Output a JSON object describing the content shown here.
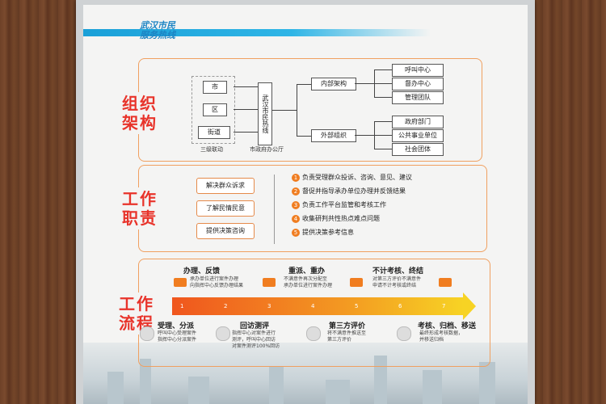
{
  "header": {
    "title_line1": "武汉市民",
    "title_line2": "服务热线"
  },
  "org": {
    "label_line1": "组织",
    "label_line2": "架构",
    "levels": [
      "市",
      "区",
      "街道"
    ],
    "levels_caption": "三级联动",
    "center": "武汉市民热线",
    "center_caption": "市政府办公厅",
    "internal": "内部架构",
    "external": "外部组织",
    "internal_items": [
      "呼叫中心",
      "督办中心",
      "管理团队"
    ],
    "external_items": [
      "政府部门",
      "公共事业单位",
      "社会团体"
    ]
  },
  "duties": {
    "label_line1": "工作",
    "label_line2": "职责",
    "pills": [
      "解决群众诉求",
      "了解民情民意",
      "提供决策咨询"
    ],
    "items": [
      {
        "n": "1",
        "text": "负责受理群众投诉、咨询、意见、建议"
      },
      {
        "n": "2",
        "text": "督促并指导承办单位办理并反馈结果"
      },
      {
        "n": "3",
        "text": "负责工作平台监管和考核工作"
      },
      {
        "n": "4",
        "text": "收集研判共性热点难点问题"
      },
      {
        "n": "5",
        "text": "提供决策参考信息"
      }
    ]
  },
  "flow": {
    "label_line1": "工作",
    "label_line2": "流程",
    "numbers": [
      "1",
      "2",
      "3",
      "4",
      "5",
      "6",
      "7"
    ],
    "top_steps": [
      {
        "title": "办理、反馈",
        "desc1": "承办单位进行案件办理",
        "desc2": "向指挥中心反馈办理结果"
      },
      {
        "title": "重派、重办",
        "desc1": "不满意件再次分配至",
        "desc2": "承办单位进行案件办理"
      },
      {
        "title": "不计考核、终结",
        "desc1": "对第三方评价不满意件",
        "desc2": "申请不计考核或终结"
      }
    ],
    "bottom_steps": [
      {
        "title": "受理、分派",
        "desc1": "呼叫中心受理案件",
        "desc2": "指挥中心分派案件",
        "desc3": ""
      },
      {
        "title": "回访测评",
        "desc1": "指挥中心对案件进行",
        "desc2": "测评，呼叫中心回访",
        "desc3": "对案件测评100%回访"
      },
      {
        "title": "第三方评价",
        "desc1": "将不满意件推送至",
        "desc2": "第三方评价",
        "desc3": ""
      },
      {
        "title": "考核、归档、移送",
        "desc1": "最终形成考核数据，",
        "desc2": "并移送归档",
        "desc3": ""
      }
    ]
  },
  "colors": {
    "accent": "#e8332a",
    "orange": "#f07d20",
    "blue": "#1c84c4"
  }
}
